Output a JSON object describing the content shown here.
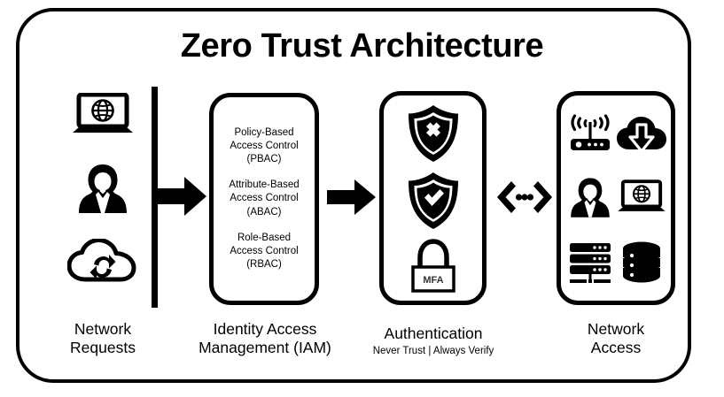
{
  "diagram": {
    "title": "Zero Trust Architecture",
    "frame_color": "#000000",
    "background": "#ffffff",
    "stages": {
      "requests": {
        "caption_line1": "Network",
        "caption_line2": "Requests",
        "icons": [
          "laptop-globe-icon",
          "user-icon",
          "cloud-sync-icon"
        ]
      },
      "iam": {
        "caption_line1": "Identity Access",
        "caption_line2": "Management (IAM)",
        "policies": [
          {
            "line1": "Policy-Based",
            "line2": "Access Control",
            "line3": "(PBAC)"
          },
          {
            "line1": "Attribute-Based",
            "line2": "Access Control",
            "line3": "(ABAC)"
          },
          {
            "line1": "Role-Based",
            "line2": "Access Control",
            "line3": "(RBAC)"
          }
        ]
      },
      "authentication": {
        "caption": "Authentication",
        "subtitle": "Never Trust  |  Always Verify",
        "icons": [
          "shield-deny-icon",
          "shield-allow-icon",
          "padlock-mfa-icon"
        ],
        "mfa_label": "MFA"
      },
      "access": {
        "caption_line1": "Network",
        "caption_line2": "Access",
        "icons": [
          "wifi-router-icon",
          "cloud-download-icon",
          "user-icon",
          "laptop-globe-icon",
          "server-rack-icon",
          "database-icon"
        ]
      }
    },
    "connectors": {
      "arrow_requests_to_iam": "arrow-right-icon",
      "arrow_iam_to_auth": "arrow-right-icon",
      "auth_to_access": "bidirectional-dots-connector-icon"
    }
  }
}
